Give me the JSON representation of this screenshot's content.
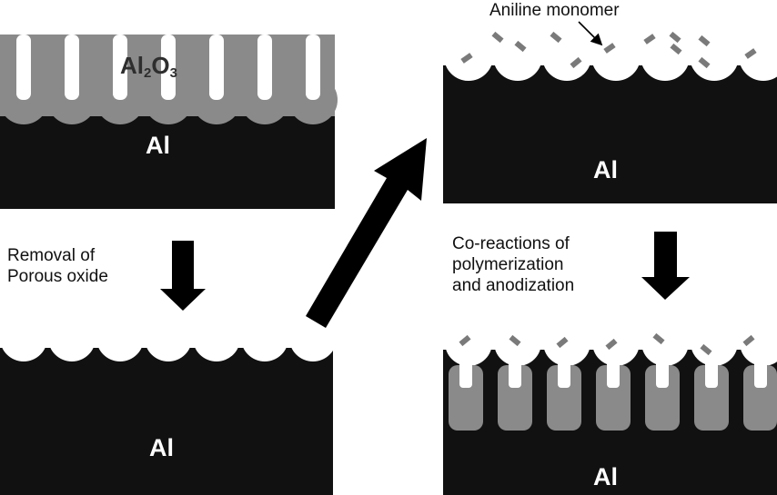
{
  "labels": {
    "al": "Al",
    "oxide_main_1": "Al",
    "oxide_sub_1": "2",
    "oxide_main_2": "O",
    "oxide_sub_2": "3",
    "monomer": "Aniline monomer",
    "step_removal": "Removal of\nPorous oxide",
    "step_coreaction": "Co-reactions of\npolymerization\nand anodization"
  },
  "colors": {
    "metal": "#111111",
    "oxide": "#8a8a8a",
    "monomer": "#7a7a7a",
    "background": "#ffffff",
    "arrow": "#000000"
  },
  "icons": {
    "down_arrow": "down-arrow-icon",
    "diagonal_arrow": "diagonal-arrow-icon",
    "pointer_arrow": "pointer-arrow-icon"
  }
}
